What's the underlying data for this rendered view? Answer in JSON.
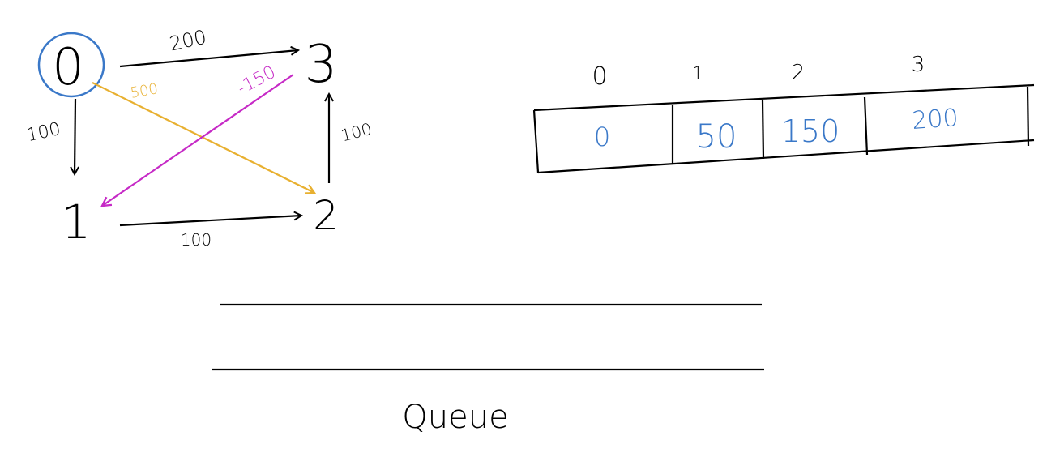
{
  "graph": {
    "nodes": [
      {
        "id": "0",
        "label": "0",
        "circled": true
      },
      {
        "id": "1",
        "label": "1",
        "circled": false
      },
      {
        "id": "2",
        "label": "2",
        "circled": false
      },
      {
        "id": "3",
        "label": "3",
        "circled": false
      }
    ],
    "edges": [
      {
        "from": "0",
        "to": "3",
        "weight": "200",
        "color": "#000000"
      },
      {
        "from": "0",
        "to": "1",
        "weight": "100",
        "color": "#000000"
      },
      {
        "from": "0",
        "to": "2",
        "weight": "500",
        "color": "#e8b030"
      },
      {
        "from": "3",
        "to": "1",
        "weight": "-150",
        "color": "#c62ac6"
      },
      {
        "from": "1",
        "to": "2",
        "weight": "100",
        "color": "#000000"
      },
      {
        "from": "2",
        "to": "3",
        "weight": "100",
        "color": "#000000"
      }
    ]
  },
  "distance_array": {
    "indices": [
      "0",
      "1",
      "2",
      "3"
    ],
    "values": [
      "0",
      "50",
      "150",
      "200"
    ],
    "value_color": "#3a78c8"
  },
  "queue": {
    "label": "Queue"
  },
  "colors": {
    "ink": "#000000",
    "node_highlight": "#3a78c8"
  }
}
